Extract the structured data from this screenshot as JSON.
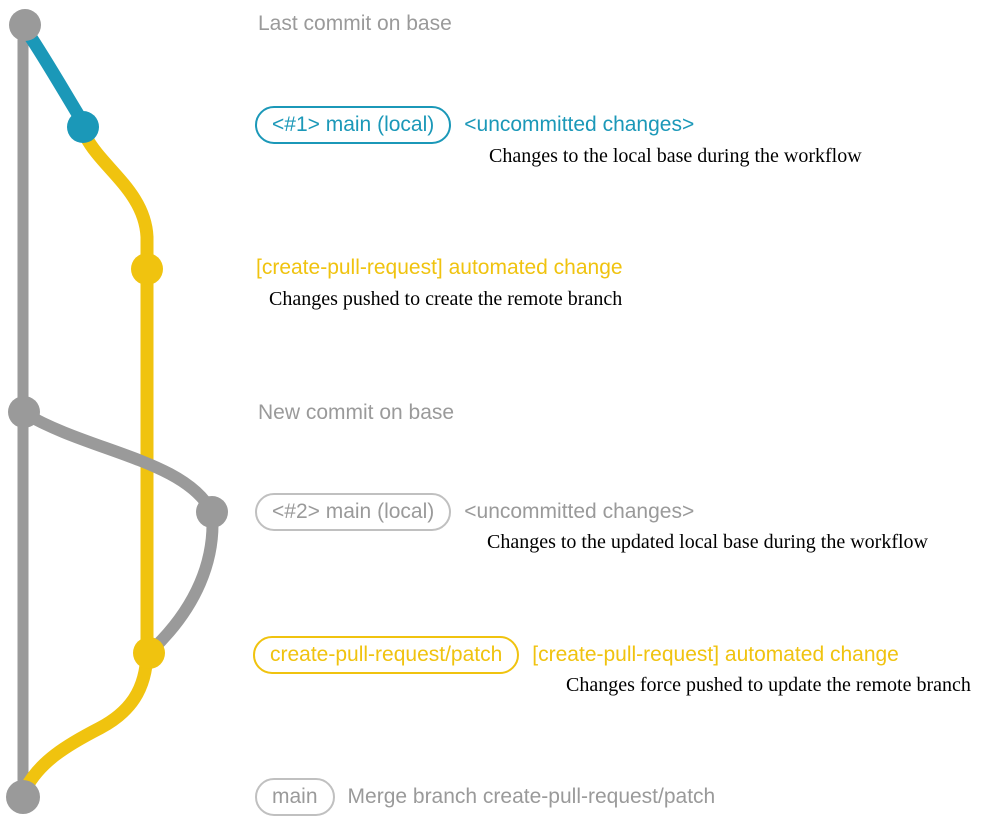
{
  "palette": {
    "blue": "#1b98b8",
    "yellow": "#f0c30f",
    "gray": "#9a9a9a",
    "gray_text": "#9a9a9a",
    "gray_border": "#c0c0c0",
    "ink": "#000000",
    "bg": "#ffffff"
  },
  "graph": {
    "type": "git-commit-graph",
    "branches": [
      {
        "name": "base",
        "color": "gray"
      },
      {
        "name": "main-local",
        "color_segment_1": "blue",
        "color_segment_2": "gray"
      },
      {
        "name": "create-pull-request/patch",
        "color": "yellow"
      }
    ],
    "nodes": [
      {
        "name": "last-commit-on-base",
        "color": "gray"
      },
      {
        "name": "uncommitted-changes-1",
        "color": "blue"
      },
      {
        "name": "automated-change-1",
        "color": "yellow"
      },
      {
        "name": "new-commit-on-base",
        "color": "gray"
      },
      {
        "name": "uncommitted-changes-2",
        "color": "gray"
      },
      {
        "name": "automated-change-2",
        "color": "yellow"
      },
      {
        "name": "merge-commit",
        "color": "gray"
      }
    ]
  },
  "annotations": {
    "row1_label": "Last commit on base",
    "row2_badge": "<#1> main (local)",
    "row2_title": "<uncommitted changes>",
    "row2_caption": "Changes to the local base during the workflow",
    "row3_title": "[create-pull-request] automated change",
    "row3_caption": "Changes pushed to create the remote branch",
    "row4_label": "New commit on base",
    "row5_badge": "<#2> main (local)",
    "row5_title": "<uncommitted changes>",
    "row5_caption": "Changes to the updated local base during the workflow",
    "row6_badge": "create-pull-request/patch",
    "row6_title": "[create-pull-request] automated change",
    "row6_caption": "Changes force pushed to update the remote branch",
    "row7_badge": "main",
    "row7_text": "Merge branch create-pull-request/patch"
  }
}
